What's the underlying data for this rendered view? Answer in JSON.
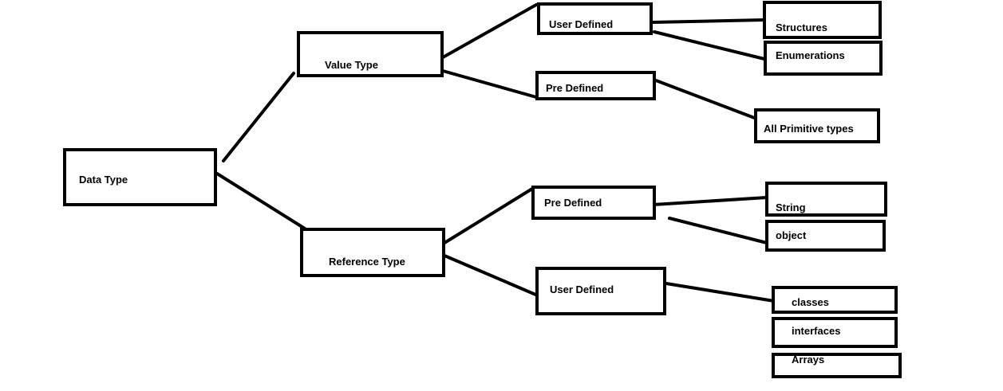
{
  "diagram": {
    "nodes": {
      "data_type": "Data Type",
      "value_type": "Value Type",
      "reference_type": "Reference Type",
      "value_user_defined": "User Defined",
      "value_pre_defined": "Pre Defined",
      "structures": "Structures",
      "enumerations": "Enumerations",
      "all_primitive_types": "All Primitive types",
      "ref_pre_defined": "Pre Defined",
      "ref_user_defined": "User Defined",
      "string": "String",
      "object": "object",
      "classes": "classes",
      "interfaces": "interfaces",
      "arrays": "Arrays"
    }
  }
}
